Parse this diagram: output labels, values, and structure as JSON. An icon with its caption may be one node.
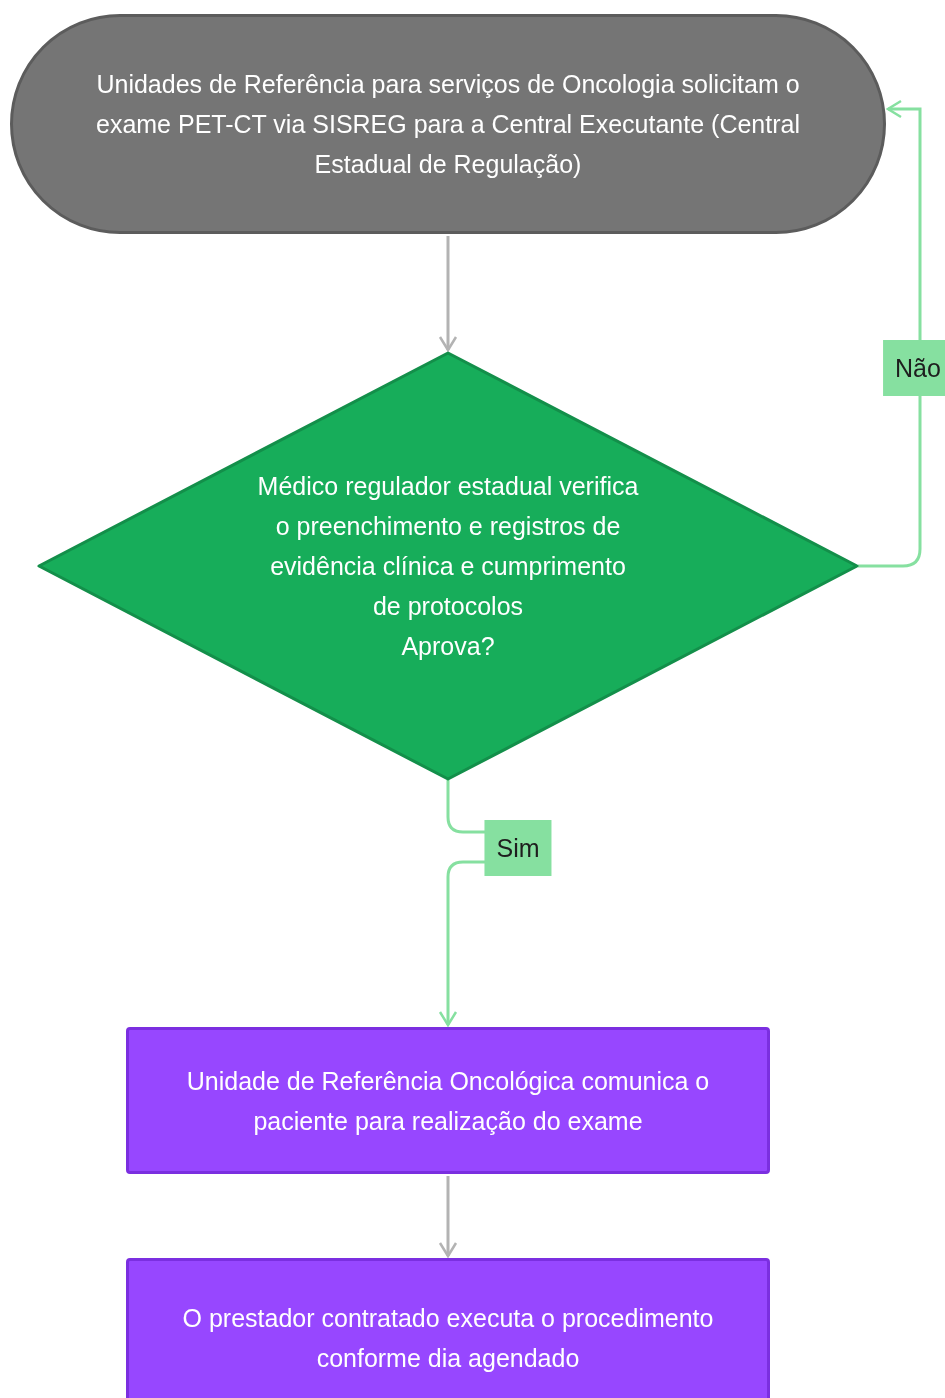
{
  "diagram": {
    "nodes": [
      {
        "text": [
          "Unidades de Referência para serviços de Oncologia solicitam o exame PET-CT via SISREG para a Central Executante (Central Estadual de Regulação)"
        ]
      },
      {
        "text": [
          "Médico regulador estadual verifica o preenchimento e registros de evidência clínica e cumprimento de protocolos",
          "Aprova?"
        ]
      },
      {
        "text": [
          "Unidade de Referência Oncológica comunica o paciente para realização do exame"
        ]
      },
      {
        "text": [
          "O prestador contratado executa o procedimento conforme dia agendado"
        ]
      }
    ],
    "edges": [
      {
        "from": 0,
        "to": 1,
        "arrow": "to"
      },
      {
        "from": 1,
        "to": 0,
        "arrow": "to",
        "label": "Não",
        "color": "#86e0a0"
      },
      {
        "from": 1,
        "to": 2,
        "arrow": "to",
        "label": "Sim",
        "color": "#86e0a0"
      },
      {
        "from": 2,
        "to": 3,
        "arrow": "to"
      }
    ]
  }
}
